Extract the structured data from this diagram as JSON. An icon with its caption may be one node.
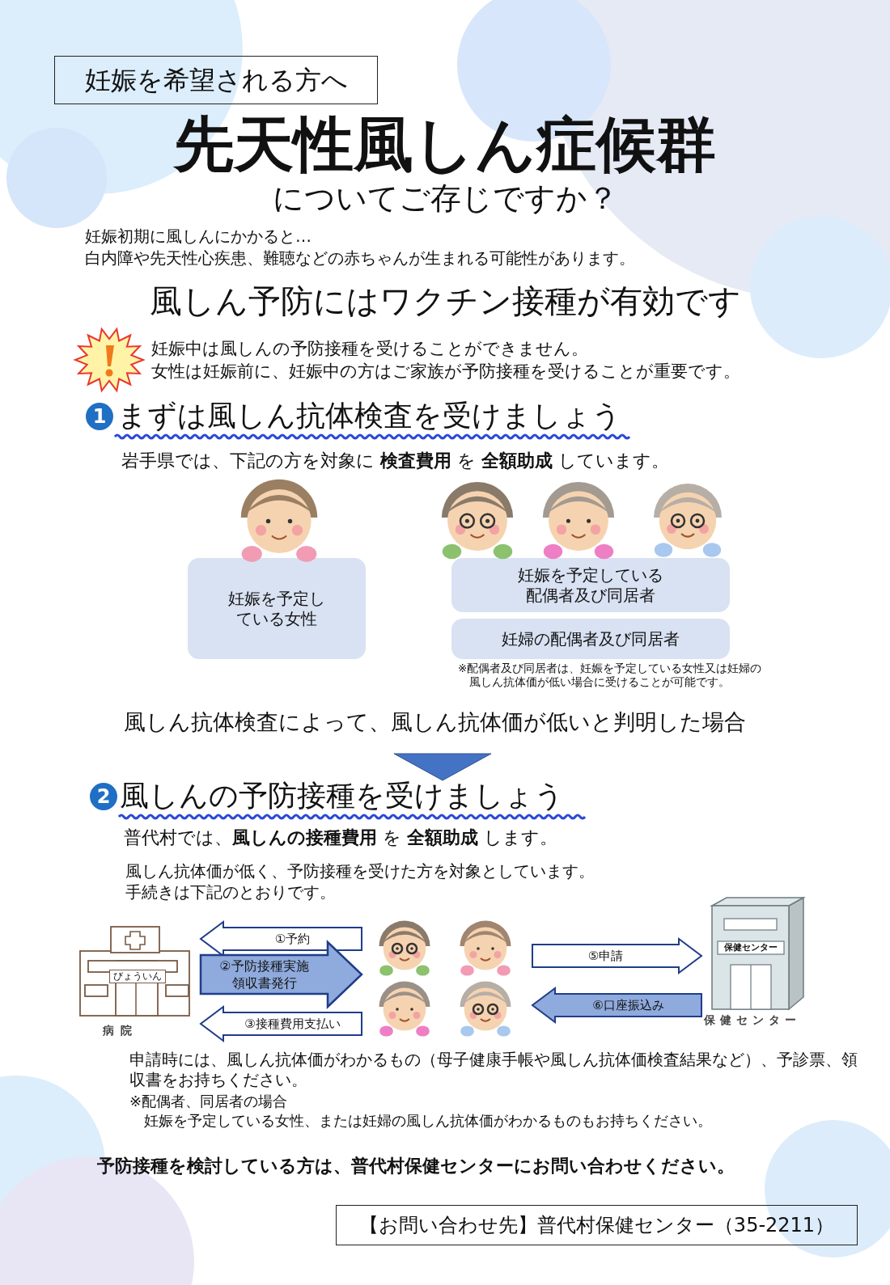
{
  "diagram": {
    "title": "先天性風しん症候群",
    "nodes": [
      {
        "text": [
          "妊娠を希望される方へ"
        ]
      },
      {
        "text": [
          "妊娠を予定している女性"
        ]
      },
      {
        "text": [
          "妊娠を予定している配偶者及び同居者"
        ]
      },
      {
        "text": [
          "妊婦の配偶者及び同居者"
        ]
      },
      {
        "text": [
          "びょういん",
          "病院"
        ]
      },
      {
        "text": [],
        "shape": "picture"
      },
      {
        "text": [
          "保健センター",
          "保健センター"
        ]
      },
      {
        "text": [
          "【お問い合わせ先】普代村保健センター（35-2211）"
        ]
      }
    ],
    "edges": [
      {
        "from": 5,
        "to": 4,
        "arrow": "to",
        "label": "①予約"
      },
      {
        "from": 4,
        "to": 5,
        "arrow": "to",
        "label": "②予防接種実施領収書発行",
        "style": "thick",
        "color": "#8faadc"
      },
      {
        "from": 5,
        "to": 4,
        "arrow": "to",
        "label": "③接種費用支払い"
      },
      {
        "from": 5,
        "to": 6,
        "arrow": "to",
        "label": "⑤申請"
      },
      {
        "from": 6,
        "to": 5,
        "arrow": "to",
        "label": "⑥口座振込み",
        "color": "#8faadc"
      }
    ],
    "labels": [
      "についてご存じですか？",
      "妊娠初期に風しんにかかると…",
      "白内障や先天性心疾患、難聴などの赤ちゃんが生まれる可能性があります。",
      "風しん予防にはワクチン接種が有効です",
      "妊娠中は風しんの予防接種を受けることができません。",
      "女性は妊娠前に、妊娠中の方はご家族が予防接種を受けることが重要です。",
      "1",
      "まずは風しん抗体検査を受けましょう",
      "岩手県では、下記の方を対象に **検査費用** を **全額助成** しています。",
      "※配偶者及び同居者は、妊娠を予定している女性又は妊婦の風しん抗体価が低い場合に受けることが可能です。",
      "風しん抗体検査によって、風しん抗体価が低いと判明した場合",
      "2",
      "風しんの予防接種を受けましょう",
      "普代村では、**風しんの接種費用** を **全額助成** します。",
      "風しん抗体価が低く、予防接種を受けた方を対象としています。",
      "手続きは下記のとおりです。",
      "申請時には、風しん抗体価がわかるもの（母子健康手帳や風しん抗体価検査結果など）、予診票、領収書をお持ちください。",
      "※配偶者、同居者の場合",
      "妊娠を予定している女性、または妊婦の風しん抗体価がわかるものもお持ちください。",
      "予防接種を検討している方は、普代村保健センターにお問い合わせください。"
    ]
  }
}
